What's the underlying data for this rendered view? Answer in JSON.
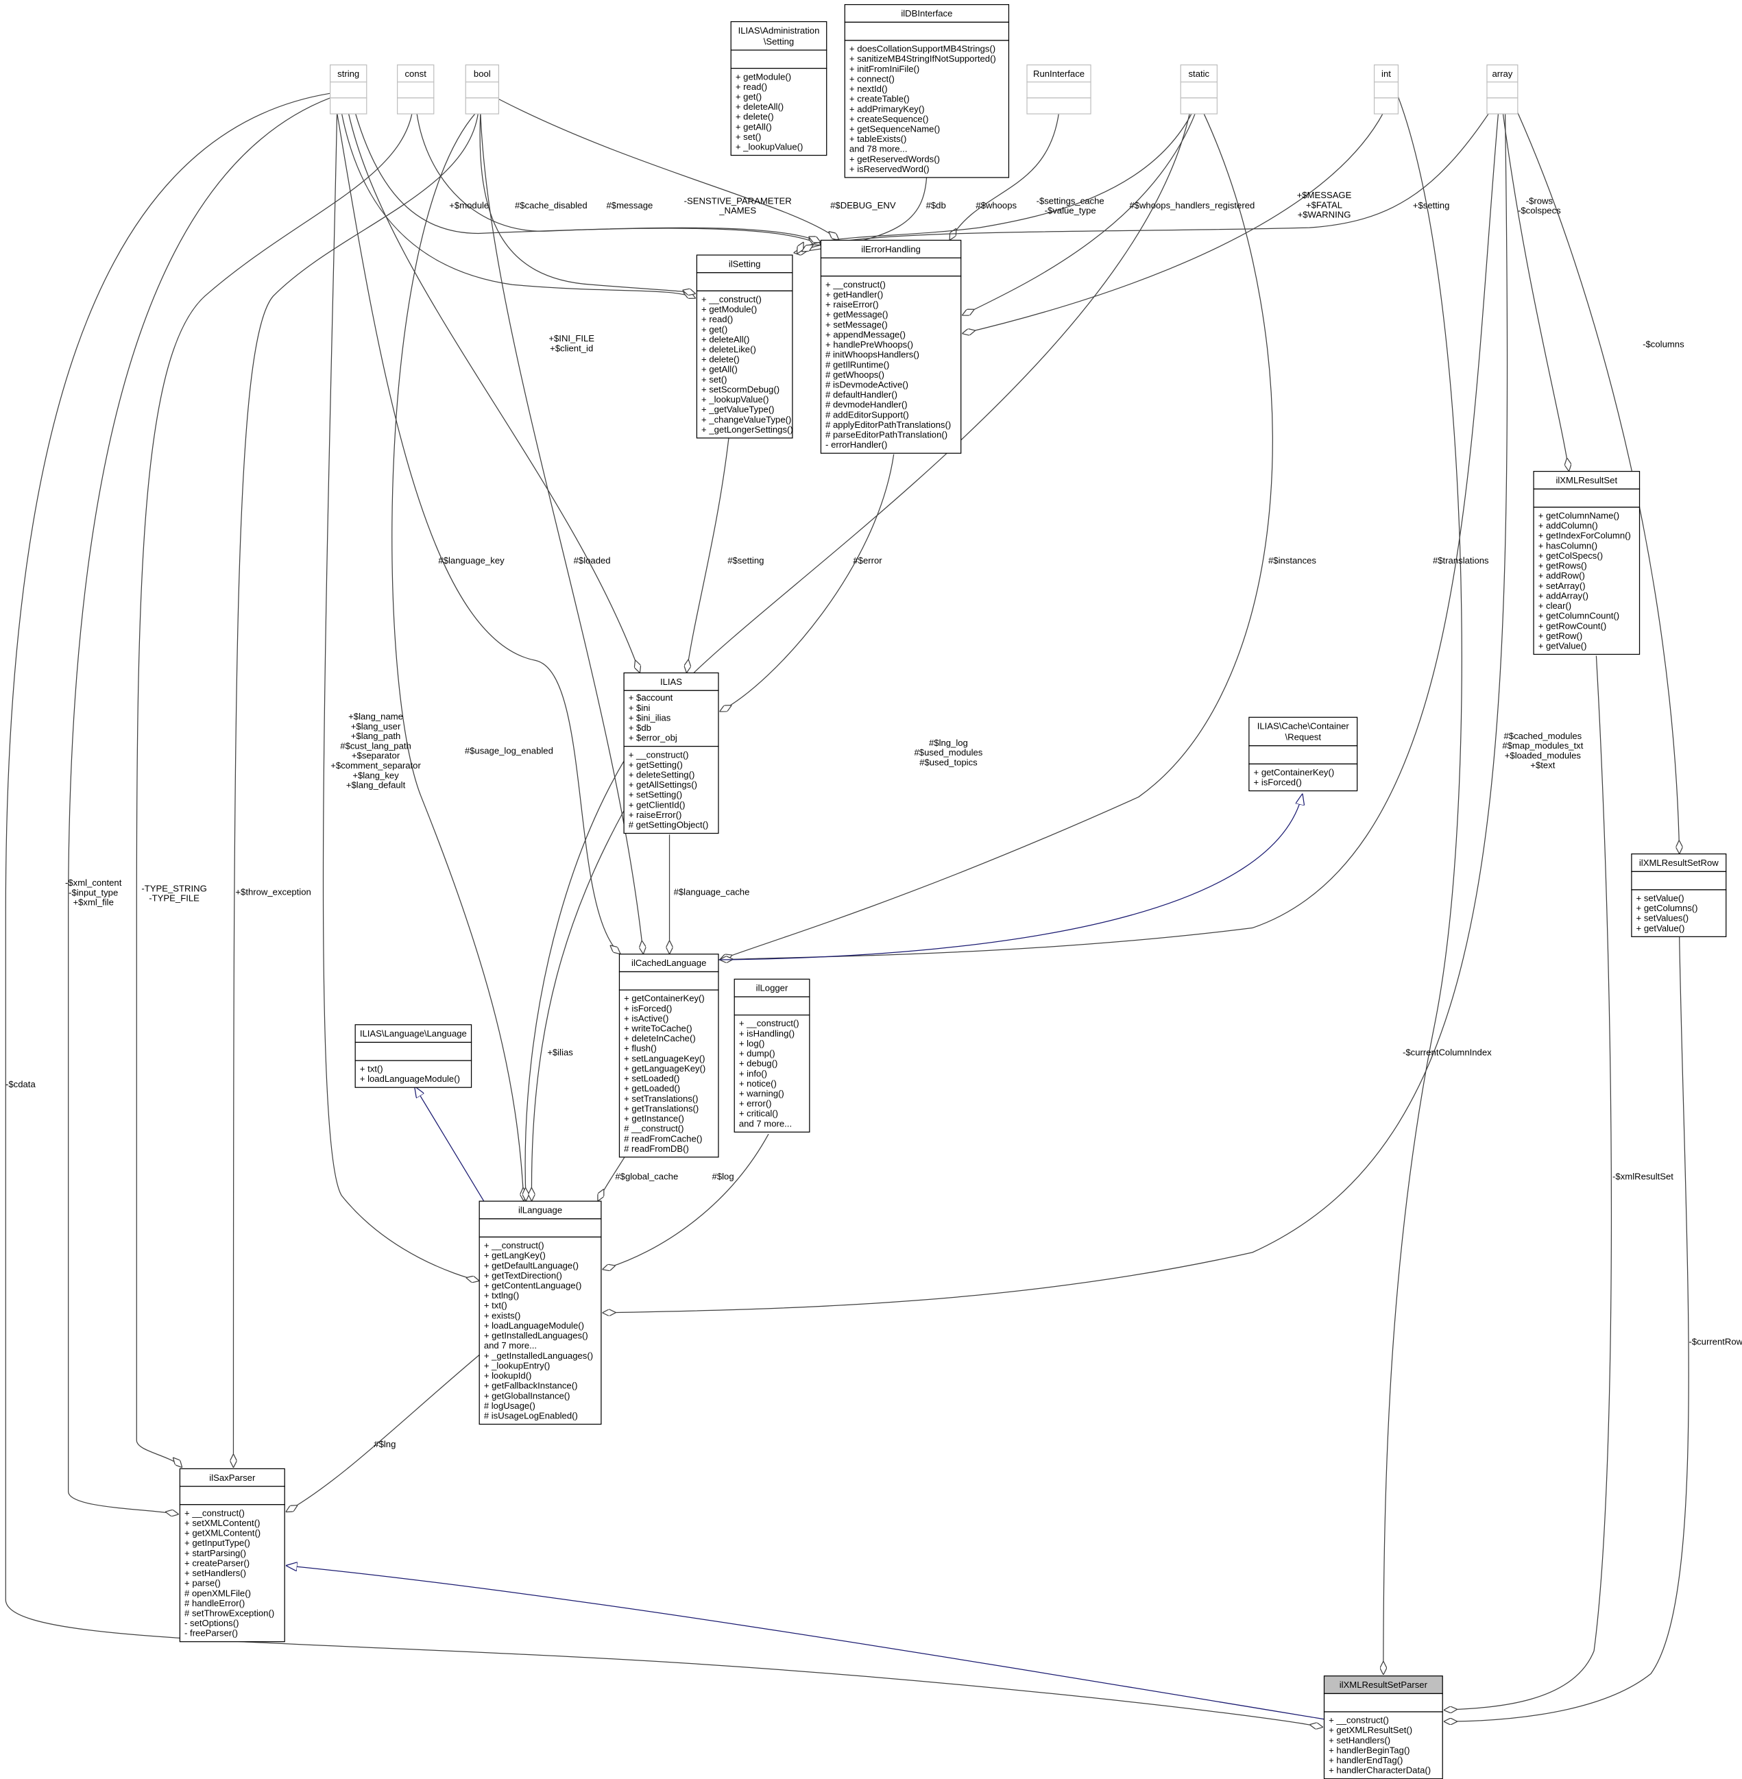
{
  "colors": {
    "box_border": "#000000",
    "type_border": "#bfbfbf",
    "highlight_fill": "#bfbfbf",
    "usage_edge": "#404040",
    "inheritance_edge": "#191970"
  },
  "classes": [
    {
      "id": "string",
      "name": [
        "string"
      ],
      "attributes": [],
      "methods": [],
      "style": "type"
    },
    {
      "id": "const",
      "name": [
        "const"
      ],
      "attributes": [],
      "methods": [],
      "style": "type"
    },
    {
      "id": "bool",
      "name": [
        "bool"
      ],
      "attributes": [],
      "methods": [],
      "style": "type"
    },
    {
      "id": "adminSetting",
      "name": [
        "ILIAS\\Administration",
        "\\Setting"
      ],
      "attributes": [],
      "methods": [
        "+ getModule()",
        "+ read()",
        "+ get()",
        "+ deleteAll()",
        "+ delete()",
        "+ getAll()",
        "+ set()",
        "+ _lookupValue()"
      ],
      "style": "normal"
    },
    {
      "id": "ilDBInterface",
      "name": [
        "ilDBInterface"
      ],
      "attributes": [],
      "methods": [
        "+ doesCollationSupportMB4Strings()",
        "+ sanitizeMB4StringIfNotSupported()",
        "+ initFromIniFile()",
        "+ connect()",
        "+ nextId()",
        "+ createTable()",
        "+ addPrimaryKey()",
        "+ createSequence()",
        "+ getSequenceName()",
        "+ tableExists()",
        "and 78 more...",
        "+ getReservedWords()",
        "+ isReservedWord()"
      ],
      "style": "normal"
    },
    {
      "id": "RunInterface",
      "name": [
        "RunInterface"
      ],
      "attributes": [],
      "methods": [],
      "style": "type"
    },
    {
      "id": "static",
      "name": [
        "static"
      ],
      "attributes": [],
      "methods": [],
      "style": "type"
    },
    {
      "id": "int",
      "name": [
        "int"
      ],
      "attributes": [],
      "methods": [],
      "style": "type"
    },
    {
      "id": "array",
      "name": [
        "array"
      ],
      "attributes": [],
      "methods": [],
      "style": "type"
    },
    {
      "id": "ilSetting",
      "name": [
        "ilSetting"
      ],
      "attributes": [],
      "methods": [
        "+ __construct()",
        "+ getModule()",
        "+ read()",
        "+ get()",
        "+ deleteAll()",
        "+ deleteLike()",
        "+ delete()",
        "+ getAll()",
        "+ set()",
        "+ setScormDebug()",
        "+ _lookupValue()",
        "+ _getValueType()",
        "+ _changeValueType()",
        "+ _getLongerSettings()"
      ],
      "style": "normal"
    },
    {
      "id": "ilErrorHandling",
      "name": [
        "ilErrorHandling"
      ],
      "attributes": [],
      "methods": [
        "+ __construct()",
        "+ getHandler()",
        "+ raiseError()",
        "+ getMessage()",
        "+ setMessage()",
        "+ appendMessage()",
        "+ handlePreWhoops()",
        "# initWhoopsHandlers()",
        "# getIlRuntime()",
        "# getWhoops()",
        "# isDevmodeActive()",
        "# defaultHandler()",
        "# devmodeHandler()",
        "# addEditorSupport()",
        "# applyEditorPathTranslations()",
        "# parseEditorPathTranslation()",
        "- errorHandler()"
      ],
      "style": "normal"
    },
    {
      "id": "ilXMLResultSet",
      "name": [
        "ilXMLResultSet"
      ],
      "attributes": [],
      "methods": [
        "+ getColumnName()",
        "+ addColumn()",
        "+ getIndexForColumn()",
        "+ hasColumn()",
        "+ getColSpecs()",
        "+ getRows()",
        "+ addRow()",
        "+ setArray()",
        "+ addArray()",
        "+ clear()",
        "+ getColumnCount()",
        "+ getRowCount()",
        "+ getRow()",
        "+ getValue()"
      ],
      "style": "normal"
    },
    {
      "id": "ILIAS",
      "name": [
        "ILIAS"
      ],
      "attributes": [
        "+ $account",
        "+ $ini",
        "+ $ini_ilias",
        "+ $db",
        "+ $error_obj"
      ],
      "methods": [
        "+ __construct()",
        "+ getSetting()",
        "+ deleteSetting()",
        "+ getAllSettings()",
        "+ setSetting()",
        "+ getClientId()",
        "+ raiseError()",
        "# getSettingObject()"
      ],
      "style": "normal"
    },
    {
      "id": "cacheRequest",
      "name": [
        "ILIAS\\Cache\\Container",
        "\\Request"
      ],
      "attributes": [],
      "methods": [
        "+ getContainerKey()",
        "+ isForced()"
      ],
      "style": "normal"
    },
    {
      "id": "ilXMLResultSetRow",
      "name": [
        "ilXMLResultSetRow"
      ],
      "attributes": [],
      "methods": [
        "+ setValue()",
        "+ getColumns()",
        "+ setValues()",
        "+ getValue()"
      ],
      "style": "normal"
    },
    {
      "id": "ilCachedLanguage",
      "name": [
        "ilCachedLanguage"
      ],
      "attributes": [],
      "methods": [
        "+ getContainerKey()",
        "+ isForced()",
        "+ isActive()",
        "+ writeToCache()",
        "+ deleteInCache()",
        "+ flush()",
        "+ setLanguageKey()",
        "+ getLanguageKey()",
        "+ setLoaded()",
        "+ getLoaded()",
        "+ setTranslations()",
        "+ getTranslations()",
        "+ getInstance()",
        "# __construct()",
        "# readFromCache()",
        "# readFromDB()"
      ],
      "style": "normal"
    },
    {
      "id": "ilLogger",
      "name": [
        "ilLogger"
      ],
      "attributes": [],
      "methods": [
        "+ __construct()",
        "+ isHandling()",
        "+ log()",
        "+ dump()",
        "+ debug()",
        "+ info()",
        "+ notice()",
        "+ warning()",
        "+ error()",
        "+ critical()",
        "and 7 more..."
      ],
      "style": "normal"
    },
    {
      "id": "languageIface",
      "name": [
        "ILIAS\\Language\\Language"
      ],
      "attributes": [],
      "methods": [
        "+ txt()",
        "+ loadLanguageModule()"
      ],
      "style": "normal"
    },
    {
      "id": "ilLanguage",
      "name": [
        "ilLanguage"
      ],
      "attributes": [],
      "methods": [
        "+ __construct()",
        "+ getLangKey()",
        "+ getDefaultLanguage()",
        "+ getTextDirection()",
        "+ getContentLanguage()",
        "+ txtlng()",
        "+ txt()",
        "+ exists()",
        "+ loadLanguageModule()",
        "+ getInstalledLanguages()",
        "and 7 more...",
        "+ _getInstalledLanguages()",
        "+ _lookupEntry()",
        "+ lookupId()",
        "+ getFallbackInstance()",
        "+ getGlobalInstance()",
        "# logUsage()",
        "# isUsageLogEnabled()"
      ],
      "style": "normal"
    },
    {
      "id": "ilSaxParser",
      "name": [
        "ilSaxParser"
      ],
      "attributes": [],
      "methods": [
        "+ __construct()",
        "+ setXMLContent()",
        "+ getXMLContent()",
        "+ getInputType()",
        "+ startParsing()",
        "+ createParser()",
        "+ setHandlers()",
        "+ parse()",
        "# openXMLFile()",
        "# handleError()",
        "# setThrowException()",
        "- setOptions()",
        "- freeParser()"
      ],
      "style": "normal"
    },
    {
      "id": "ilXMLResultSetParser",
      "name": [
        "ilXMLResultSetParser"
      ],
      "attributes": [],
      "methods": [
        "+ __construct()",
        "+ getXMLResultSet()",
        "+ setHandlers()",
        "+ handlerBeginTag()",
        "+ handlerEndTag()",
        "+ handlerCharacterData()"
      ],
      "style": "highlight"
    }
  ],
  "edges": [
    {
      "from": "string",
      "to": "ilXMLResultSetParser",
      "type": "usage",
      "labels": [
        "-$cdata"
      ]
    },
    {
      "from": "string",
      "to": "ilSaxParser",
      "type": "usage",
      "labels": [
        "-$xml_content",
        "-$input_type",
        "+$xml_file"
      ]
    },
    {
      "from": "const",
      "to": "ilSaxParser",
      "type": "usage",
      "labels": [
        "-TYPE_STRING",
        "-TYPE_FILE"
      ]
    },
    {
      "from": "bool",
      "to": "ilSaxParser",
      "type": "usage",
      "labels": [
        "+$throw_exception"
      ]
    },
    {
      "from": "string",
      "to": "ilSetting",
      "type": "usage",
      "labels": [
        "+$module"
      ]
    },
    {
      "from": "bool",
      "to": "ilSetting",
      "type": "usage",
      "labels": [
        "#$cache_disabled"
      ]
    },
    {
      "from": "string",
      "to": "ilErrorHandling",
      "type": "usage",
      "labels": [
        "#$message"
      ]
    },
    {
      "from": "const",
      "to": "ilErrorHandling",
      "type": "usage",
      "labels": [
        "-SENSTIVE_PARAMETER",
        "_NAMES"
      ]
    },
    {
      "from": "bool",
      "to": "ilErrorHandling",
      "type": "usage",
      "labels": [
        "#$DEBUG_ENV"
      ]
    },
    {
      "from": "ilDBInterface",
      "to": "ilSetting",
      "type": "usage",
      "labels": [
        "#$db"
      ]
    },
    {
      "from": "RunInterface",
      "to": "ilErrorHandling",
      "type": "usage",
      "labels": [
        "#$whoops"
      ]
    },
    {
      "from": "static",
      "to": "ilSetting",
      "type": "usage",
      "labels": [
        "-$settings_cache",
        "-$value_type"
      ]
    },
    {
      "from": "static",
      "to": "ilErrorHandling",
      "type": "usage",
      "labels": [
        "#$whoops_handlers_registered"
      ]
    },
    {
      "from": "int",
      "to": "ilErrorHandling",
      "type": "usage",
      "labels": [
        "+$MESSAGE",
        "+$FATAL",
        "+$WARNING"
      ]
    },
    {
      "from": "array",
      "to": "ilSetting",
      "type": "usage",
      "labels": [
        "+$setting"
      ]
    },
    {
      "from": "array",
      "to": "ilXMLResultSet",
      "type": "usage",
      "labels": [
        "-$rows",
        "-$colspecs"
      ]
    },
    {
      "from": "array",
      "to": "ilXMLResultSetRow",
      "type": "usage",
      "labels": [
        "-$columns"
      ]
    },
    {
      "from": "string",
      "to": "ILIAS",
      "type": "usage",
      "labels": [
        "+$INI_FILE",
        "+$client_id"
      ]
    },
    {
      "from": "ilSetting",
      "to": "ILIAS",
      "type": "usage",
      "labels": [
        "#$setting"
      ]
    },
    {
      "from": "ilErrorHandling",
      "to": "ILIAS",
      "type": "usage",
      "labels": [
        "#$error"
      ]
    },
    {
      "from": "string",
      "to": "ilCachedLanguage",
      "type": "usage",
      "labels": [
        "#$language_key"
      ]
    },
    {
      "from": "bool",
      "to": "ilCachedLanguage",
      "type": "usage",
      "labels": [
        "#$loaded"
      ]
    },
    {
      "from": "static",
      "to": "ilCachedLanguage",
      "type": "usage",
      "labels": [
        "#$instances"
      ]
    },
    {
      "from": "array",
      "to": "ilCachedLanguage",
      "type": "usage",
      "labels": [
        "#$translations"
      ]
    },
    {
      "from": "ilCachedLanguage",
      "to": "cacheRequest",
      "type": "inheritance",
      "labels": []
    },
    {
      "from": "ILIAS",
      "to": "ilCachedLanguage",
      "type": "usage",
      "labels": [
        "#$language_cache"
      ]
    },
    {
      "from": "string",
      "to": "ilLanguage",
      "type": "usage",
      "labels": [
        "+$lang_name",
        "+$lang_user",
        "+$lang_path",
        "#$cust_lang_path",
        "+$separator",
        "+$comment_separator",
        "+$lang_key",
        "+$lang_default"
      ]
    },
    {
      "from": "bool",
      "to": "ilLanguage",
      "type": "usage",
      "labels": [
        "#$usage_log_enabled"
      ]
    },
    {
      "from": "static",
      "to": "ilLanguage",
      "type": "usage",
      "labels": [
        "#$lng_log",
        "#$used_modules",
        "#$used_topics"
      ]
    },
    {
      "from": "array",
      "to": "ilLanguage",
      "type": "usage",
      "labels": [
        "#$cached_modules",
        "#$map_modules_txt",
        "+$loaded_modules",
        "+$text"
      ]
    },
    {
      "from": "ILIAS",
      "to": "ilLanguage",
      "type": "usage",
      "labels": [
        "+$ilias"
      ]
    },
    {
      "from": "ilCachedLanguage",
      "to": "ilLanguage",
      "type": "usage",
      "labels": [
        "#$global_cache"
      ]
    },
    {
      "from": "ilLogger",
      "to": "ilLanguage",
      "type": "usage",
      "labels": [
        "#$log"
      ]
    },
    {
      "from": "ilLanguage",
      "to": "languageIface",
      "type": "inheritance",
      "labels": []
    },
    {
      "from": "ilLanguage",
      "to": "ilSaxParser",
      "type": "usage",
      "labels": [
        "#$lng"
      ]
    },
    {
      "from": "ilXMLResultSetParser",
      "to": "ilSaxParser",
      "type": "inheritance",
      "labels": []
    },
    {
      "from": "int",
      "to": "ilXMLResultSetParser",
      "type": "usage",
      "labels": [
        "-$currentColumnIndex"
      ]
    },
    {
      "from": "ilXMLResultSet",
      "to": "ilXMLResultSetParser",
      "type": "usage",
      "labels": [
        "-$xmlResultSet"
      ]
    },
    {
      "from": "ilXMLResultSetRow",
      "to": "ilXMLResultSetParser",
      "type": "usage",
      "labels": [
        "-$currentRow"
      ]
    }
  ]
}
